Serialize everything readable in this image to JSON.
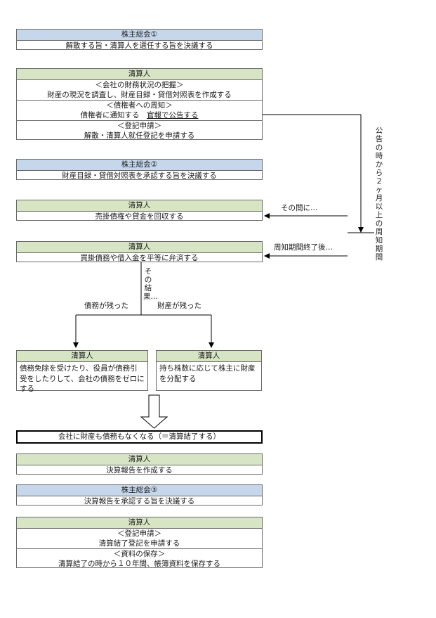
{
  "meeting1": {
    "header": "株主総会①",
    "line1": "解散する旨・清算人を選任する旨を決議する"
  },
  "liquidator1": {
    "header": "清算人",
    "s1_title": "＜会社の財務状況の把握＞",
    "s1_body": "財産の現況を調査し、財産目録・貸借対照表を作成する",
    "s2_title": "＜債権者への周知＞",
    "s2_body_prefix": "債権者に通知する　",
    "s2_body_link": "官報で公告する",
    "s3_title": "＜登記申請＞",
    "s3_body": "解散・清算人就任登記を申請する"
  },
  "meeting2": {
    "header": "株主総会②",
    "line1": "財産目録・貸借対照表を承認する旨を決議する"
  },
  "liquidator2": {
    "header": "清算人",
    "line1": "売掛債権や貸金を回収する"
  },
  "liquidator3": {
    "header": "清算人",
    "line1": "買掛債務や借入金を平等に弁済する"
  },
  "annotations": {
    "vertical_period": "公告の時から２ヶ月以上の周知期間",
    "meanwhile": "その間に…",
    "after_period": "周知期間終了後…",
    "result_vertical": "その結果…",
    "debt_left": "債務が残った",
    "assets_left": "財産が残った"
  },
  "liquidator_debt": {
    "header": "清算人",
    "text": "債務免除を受けたり、役員が債務引受をしたりして、会社の債務をゼロにする"
  },
  "liquidator_assets": {
    "header": "清算人",
    "text": "持ち株数に応じて株主に財産を分配する"
  },
  "zero_state": "会社に財産も債務もなくなる（＝清算結了する）",
  "liquidator4": {
    "header": "清算人",
    "line1": "決算報告を作成する"
  },
  "meeting3": {
    "header": "株主総会③",
    "line1": "決算報告を承認する旨を決議する"
  },
  "liquidator5": {
    "header": "清算人",
    "s1_title": "＜登記申請＞",
    "s1_body": "清算結了登記を申請する",
    "s2_title": "＜資料の保存＞",
    "s2_body": "清算結了の時から１０年間、帳簿資料を保存する"
  },
  "colors": {
    "header_green": "#d7e5c5",
    "header_blue": "#c6d7ec",
    "border": "#6a6a6a"
  }
}
